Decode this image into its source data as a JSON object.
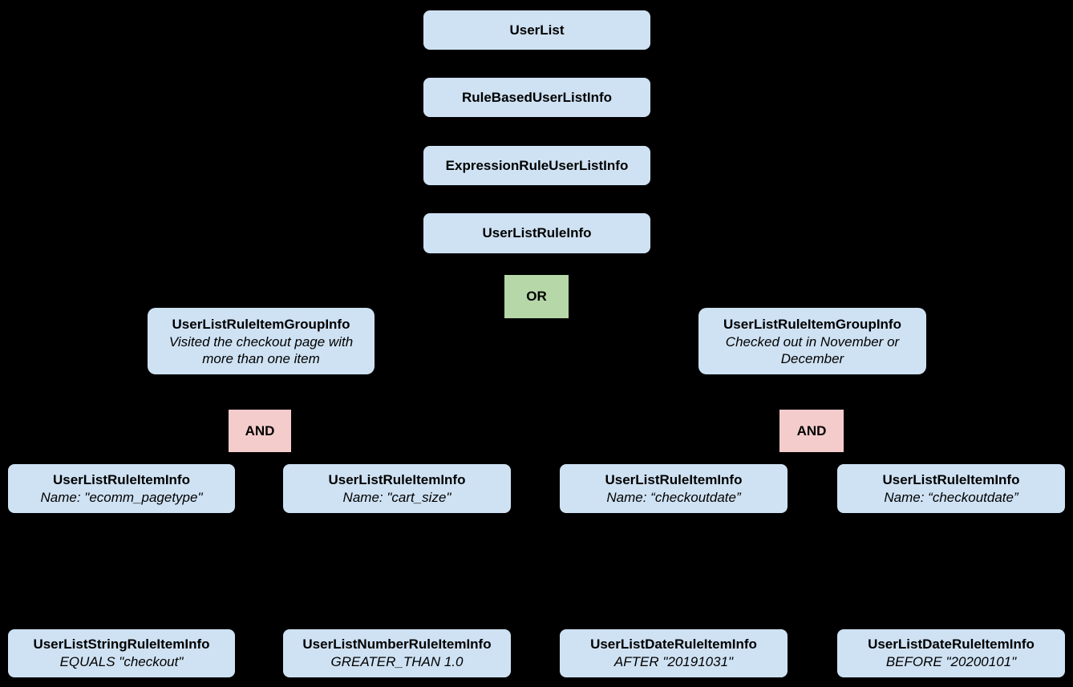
{
  "diagram": {
    "colors": {
      "background": "#000000",
      "node_fill": "#cfe2f3",
      "or_fill": "#b6d7a8",
      "and_fill": "#f4cccc",
      "text": "#000000"
    },
    "stack": [
      {
        "label": "UserList"
      },
      {
        "label": "RuleBasedUserListInfo"
      },
      {
        "label": "ExpressionRuleUserListInfo"
      },
      {
        "label": "UserListRuleInfo"
      }
    ],
    "operators": {
      "or": "OR",
      "and_left": "AND",
      "and_right": "AND"
    },
    "groups": [
      {
        "title": "UserListRuleItemGroupInfo",
        "description": "Visited the checkout page with more than one item"
      },
      {
        "title": "UserListRuleItemGroupInfo",
        "description": "Checked out in November or December"
      }
    ],
    "rule_items": [
      {
        "title": "UserListRuleItemInfo",
        "subtitle": "Name: \"ecomm_pagetype\""
      },
      {
        "title": "UserListRuleItemInfo",
        "subtitle": "Name: \"cart_size\""
      },
      {
        "title": "UserListRuleItemInfo",
        "subtitle": "Name: “checkoutdate”"
      },
      {
        "title": "UserListRuleItemInfo",
        "subtitle": "Name: “checkoutdate”"
      }
    ],
    "leaf_items": [
      {
        "title": "UserListStringRuleItemInfo",
        "subtitle": "EQUALS \"checkout\""
      },
      {
        "title": "UserListNumberRuleItemInfo",
        "subtitle": "GREATER_THAN 1.0"
      },
      {
        "title": "UserListDateRuleItemInfo",
        "subtitle": "AFTER \"20191031\""
      },
      {
        "title": "UserListDateRuleItemInfo",
        "subtitle": "BEFORE \"20200101\""
      }
    ]
  }
}
